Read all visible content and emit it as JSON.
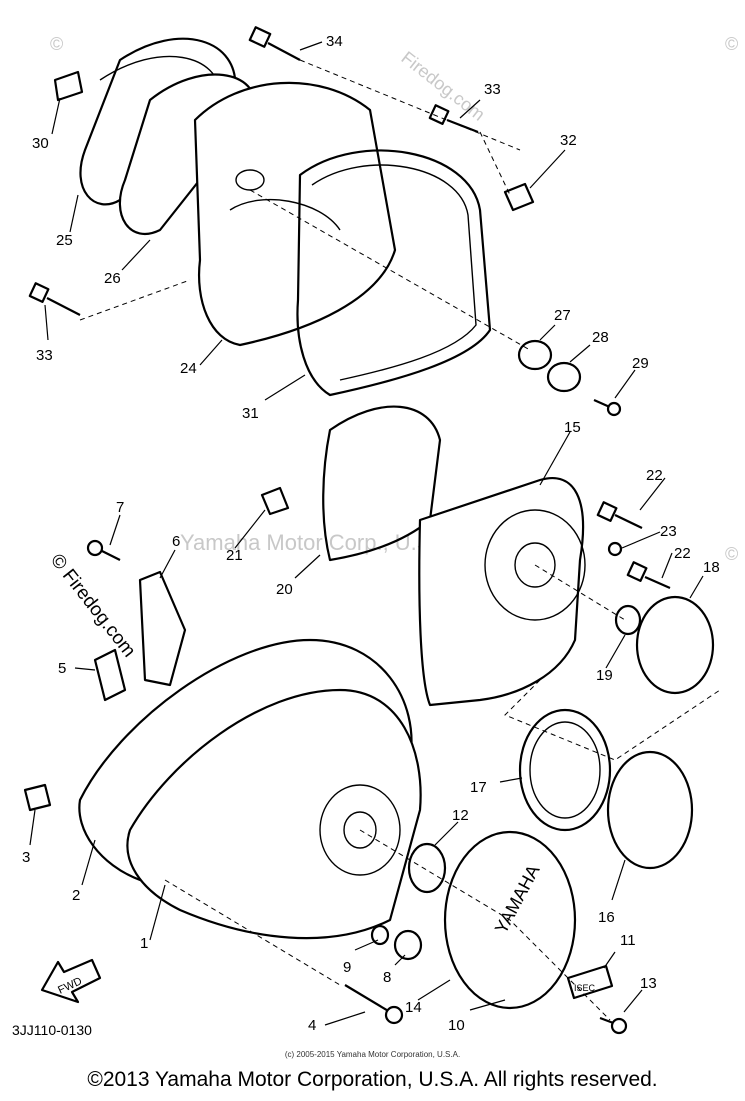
{
  "watermarks": {
    "center": "Yamaha Motor Corp., U.S.A.",
    "side": "© Firedog.com",
    "top_mid": "Firedog.com",
    "fragments": [
      "©",
      "©",
      "©"
    ]
  },
  "fwd_label": "FWD",
  "cover_text": "YAMAHA",
  "plate_text": "ISEC",
  "callouts": [
    "1",
    "2",
    "3",
    "4",
    "5",
    "6",
    "7",
    "8",
    "9",
    "10",
    "11",
    "12",
    "13",
    "14",
    "15",
    "16",
    "17",
    "18",
    "19",
    "20",
    "21",
    "22",
    "22",
    "23",
    "24",
    "25",
    "26",
    "27",
    "28",
    "29",
    "30",
    "31",
    "32",
    "33",
    "33",
    "34"
  ],
  "diagram_code": "3JJ110-0130",
  "small_copyright": "(c) 2005-2015 Yamaha Motor Corporation, U.S.A.",
  "footer": "©2013 Yamaha Motor Corporation, U.S.A. All rights reserved."
}
